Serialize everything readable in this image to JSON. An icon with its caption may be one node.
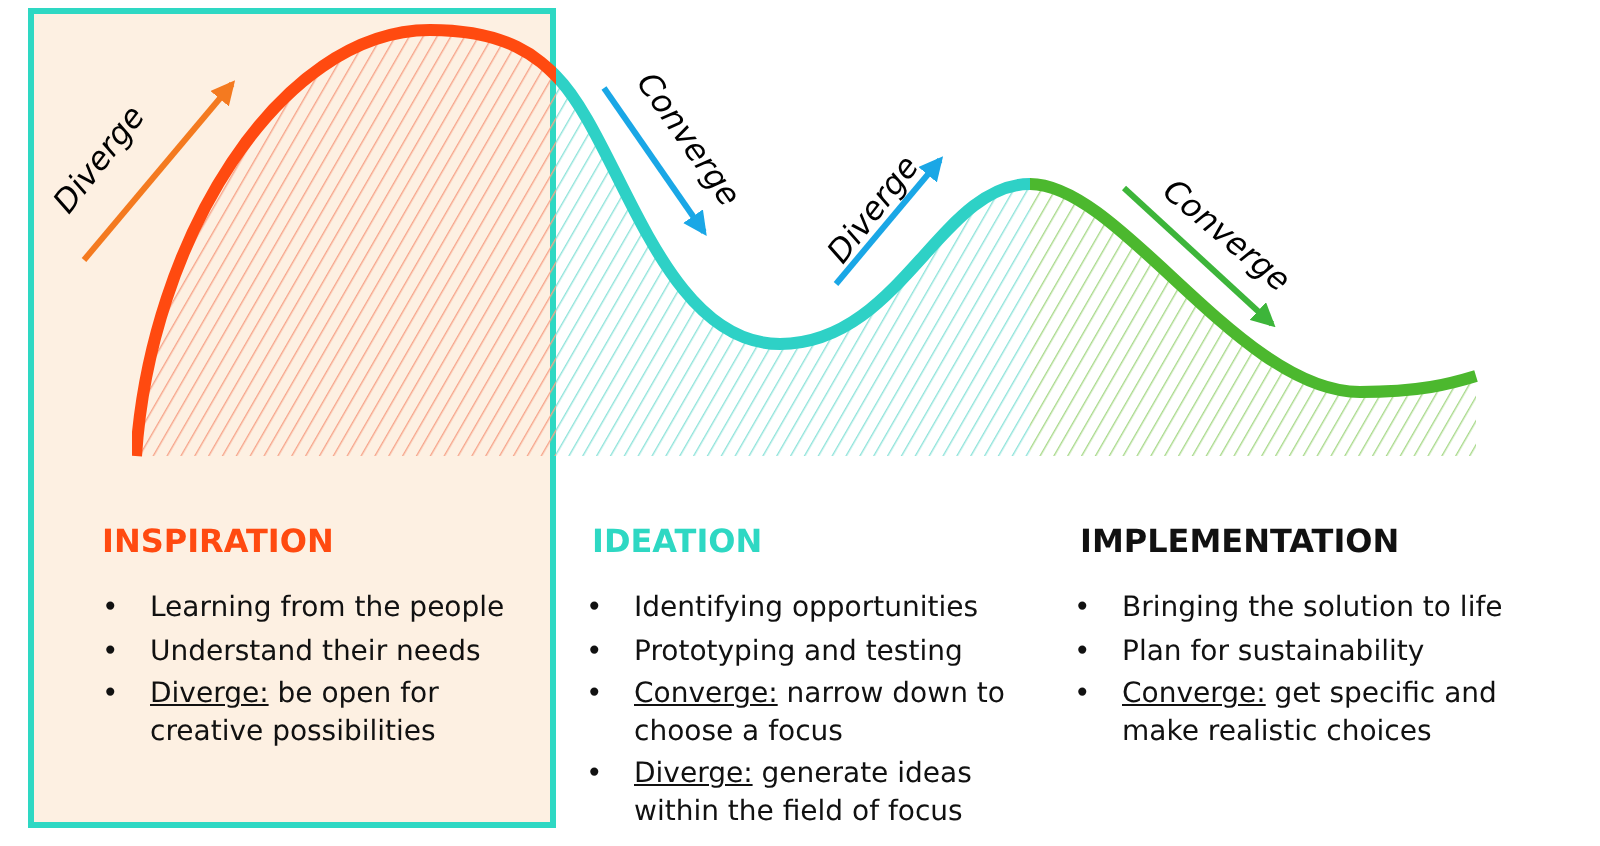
{
  "diagram": {
    "nodes": [
      {
        "text": [
          "INSPIRATION",
          "• Learning from the people",
          "• Understand their needs",
          "• Diverge: be open for creative possibilities"
        ]
      }
    ],
    "labels": [
      "Diverge",
      "Converge",
      "Diverge",
      "Converge",
      "IDEATION",
      "• Identifying opportunities",
      "• Prototyping and testing",
      "• Converge: narrow down to choose a focus",
      "• Diverge: generate ideas within the field of focus",
      "IMPLEMENTATION",
      "• Bringing the solution to life",
      "• Plan for sustainability",
      "• Converge: get specific and make realistic choices"
    ]
  }
}
